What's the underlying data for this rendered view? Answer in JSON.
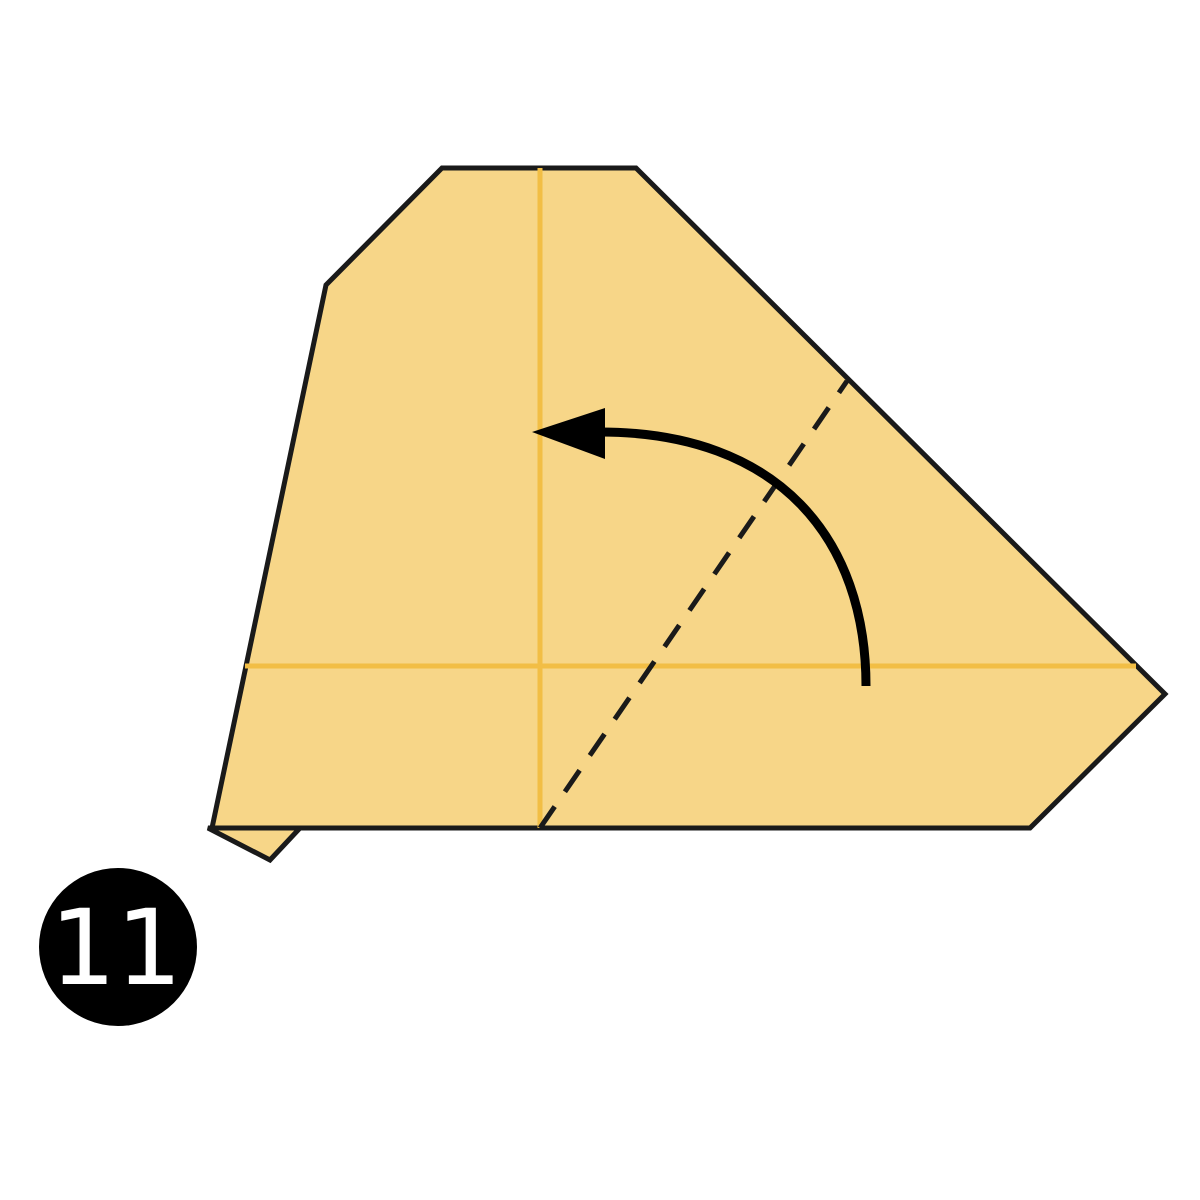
{
  "step": {
    "number": "11"
  },
  "colors": {
    "paper_fill": "#F7D688",
    "crease": "#F2BE45",
    "outline": "#1A1A1A",
    "arrow": "#000000",
    "badge_fill": "#000000",
    "badge_text": "#FFFFFF",
    "background": "#FFFFFF"
  },
  "icons": {
    "fold_arrow": "curved-arrow-counterclockwise",
    "fold_line": "dashed-valley-fold-line"
  }
}
